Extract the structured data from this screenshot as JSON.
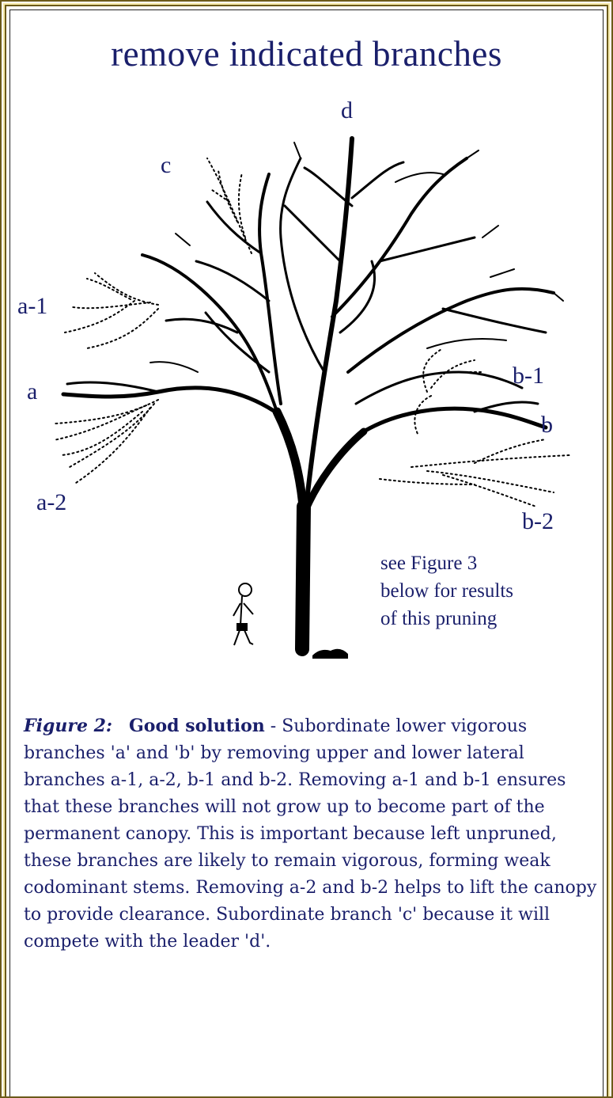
{
  "figure": {
    "title": "remove indicated branches",
    "labels": {
      "d": "d",
      "c": "c",
      "a1": "a-1",
      "a": "a",
      "a2": "a-2",
      "b1": "b-1",
      "b": "b",
      "b2": "b-2"
    },
    "note_lines": [
      "see Figure 3",
      "below for results",
      "of this pruning"
    ]
  },
  "caption": {
    "figure_label": "Figure 2:",
    "heading": "Good solution",
    "separator": " - ",
    "text": "Subordinate lower vigorous branches 'a' and 'b' by removing upper and lower lateral branches a-1, a-2, b-1 and b-2. Removing a-1 and b-1 ensures that these branches will not grow up to become part of the permanent canopy. This is important because left unpruned, these branches are likely to remain vigorous, forming weak codominant stems. Removing a-2 and b-2 helps to lift the canopy to provide clearance. Subordinate branch 'c' because it will compete with the leader 'd'."
  },
  "colors": {
    "text": "#1a1f6b",
    "border_dark": "#6b5a1a",
    "border_light": "#f5e9a8",
    "tree": "#000000"
  }
}
